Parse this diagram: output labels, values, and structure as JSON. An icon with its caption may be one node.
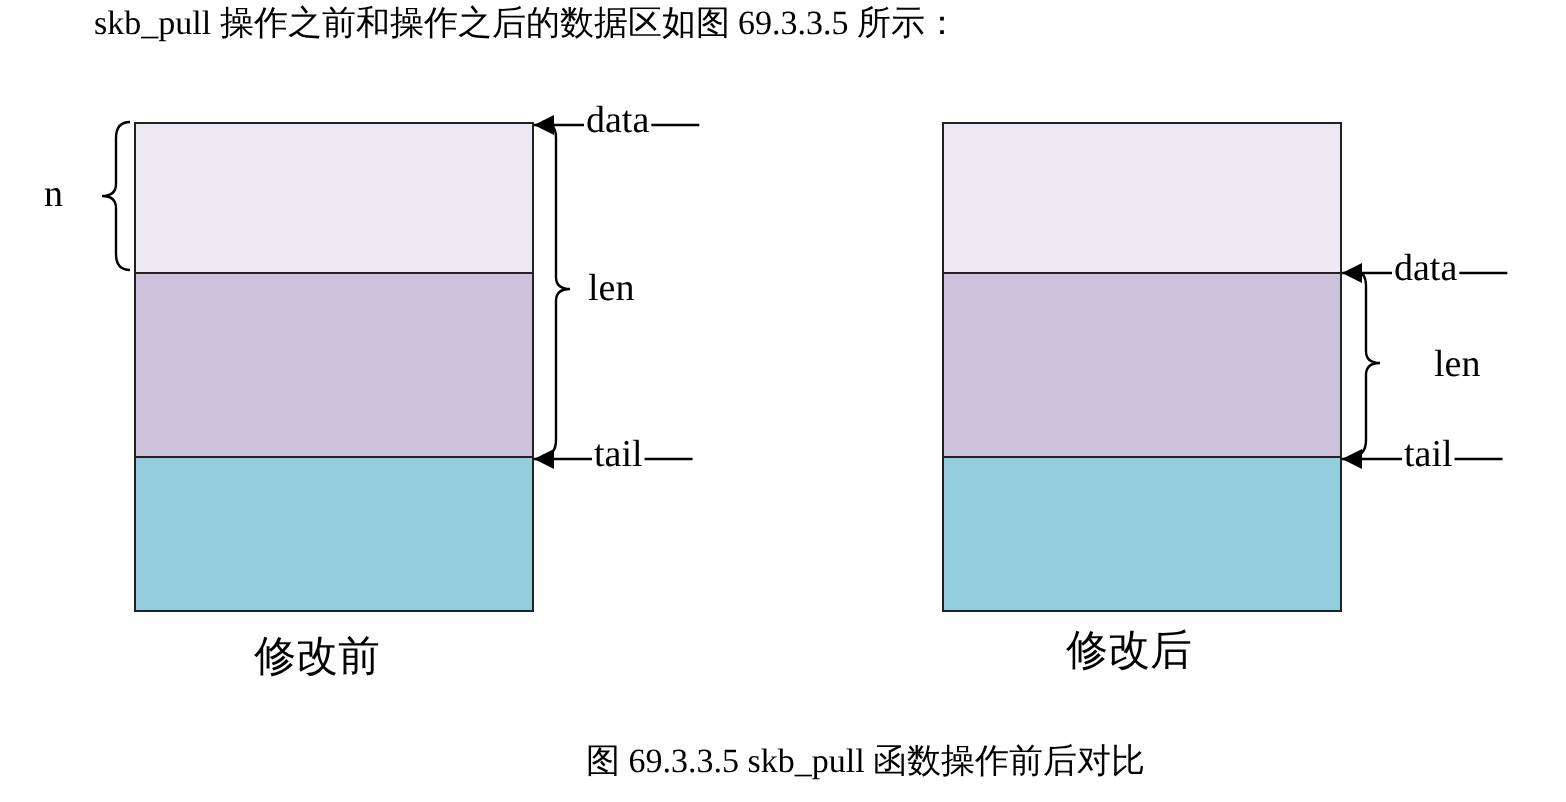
{
  "diagram": {
    "title": "skb_pull 操作之前和操作之后的数据区如图 69.3.3.5 所示：",
    "caption": "图 69.3.3.5 skb_pull 函数操作前后对比",
    "nodes": [
      {
        "text": [],
        "shape": "box"
      },
      {
        "text": [],
        "shape": "box"
      },
      {
        "text": [],
        "shape": "box",
        "beside": [
          "修改前"
        ]
      },
      {
        "text": [
          "data"
        ]
      },
      {
        "text": [
          "tail"
        ]
      },
      {
        "text": [],
        "shape": "box"
      },
      {
        "text": [],
        "shape": "box"
      },
      {
        "text": [],
        "shape": "box",
        "beside": [
          "修改后"
        ]
      },
      {
        "text": [
          "data"
        ]
      },
      {
        "text": [
          "tail"
        ]
      }
    ],
    "edges": [
      {
        "from": 3,
        "to": 0,
        "arrow": "to"
      },
      {
        "from": 4,
        "to": 2,
        "arrow": "to"
      },
      {
        "from": 8,
        "to": 6,
        "arrow": "to"
      },
      {
        "from": 9,
        "to": 7,
        "arrow": "to"
      },
      {
        "from": 3,
        "to": null,
        "arrow": "none"
      },
      {
        "from": 4,
        "to": null,
        "arrow": "none"
      },
      {
        "from": 8,
        "to": null,
        "arrow": "none"
      },
      {
        "from": 9,
        "to": null,
        "arrow": "none"
      }
    ],
    "labels": [
      "n",
      "len",
      "len"
    ]
  }
}
